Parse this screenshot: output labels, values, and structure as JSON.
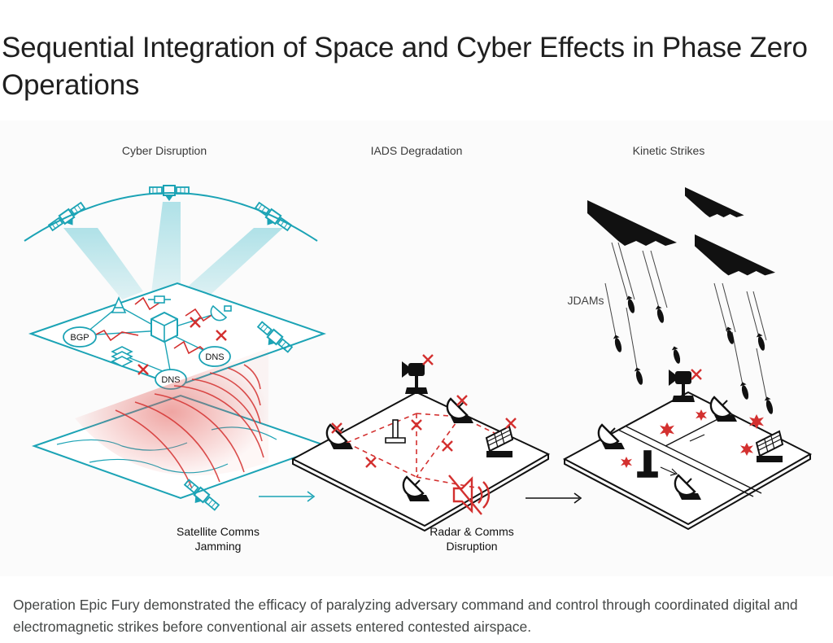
{
  "title": "Sequential Integration of Space and Cyber Effects in Phase Zero Operations",
  "figure": {
    "panels": [
      {
        "heading": "Cyber Disruption"
      },
      {
        "heading": "IADS Degradation"
      },
      {
        "heading": "Kinetic Strikes"
      }
    ],
    "node_labels": {
      "bgp": "BGP",
      "dns1": "DNS",
      "dns2": "DNS"
    },
    "labels": {
      "sat_jamming_1": "Satellite Comms",
      "sat_jamming_2": "Jamming",
      "radar_1": "Radar & Comms",
      "radar_2": "Disruption",
      "jdams": "JDAMs"
    },
    "colors": {
      "teal": "#1ba3b5",
      "red": "#d3302f",
      "black": "#111111"
    }
  },
  "caption": "Operation Epic Fury demonstrated the efficacy of paralyzing adversary command and control through coordinated digital and electromagnetic strikes before conventional air assets entered contested airspace."
}
